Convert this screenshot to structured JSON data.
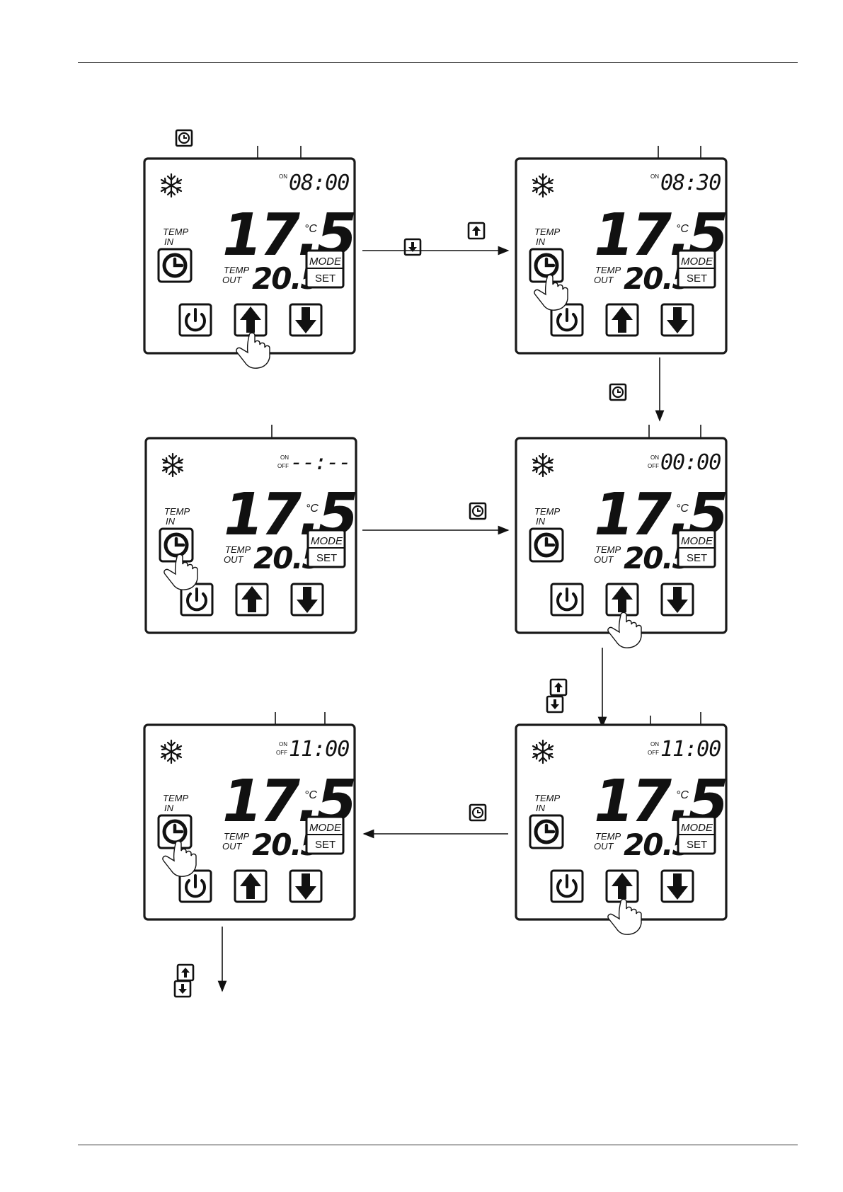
{
  "display": {
    "temp_in_label": "TEMP",
    "temp_in_label2": "IN",
    "temp_out_label": "TEMP",
    "temp_out_label2": "OUT",
    "set_temp": "17.5",
    "out_temp": "20.5",
    "unit": "°C",
    "mode_label": "MODE",
    "set_label": "SET",
    "on_label": "ON",
    "off_label": "OFF"
  },
  "panels": [
    {
      "id": "p1",
      "time": "08:00",
      "show_off": false,
      "pressed": "up"
    },
    {
      "id": "p2",
      "time": "08:30",
      "show_off": false,
      "pressed": "clock"
    },
    {
      "id": "p3",
      "time": "--:--",
      "show_off": true,
      "pressed": "clock"
    },
    {
      "id": "p4",
      "time": "00:00",
      "show_off": true,
      "pressed": "up"
    },
    {
      "id": "p5",
      "time": "11:00",
      "show_off": true,
      "pressed": "clock"
    },
    {
      "id": "p6",
      "time": "11:00",
      "show_off": true,
      "pressed": "up"
    }
  ],
  "icons": {
    "mode": "snowflake-icon",
    "timer": "clock-icon",
    "power": "power-icon",
    "up": "up-arrow-icon",
    "down": "down-arrow-icon",
    "hand": "pointing-hand-icon"
  }
}
